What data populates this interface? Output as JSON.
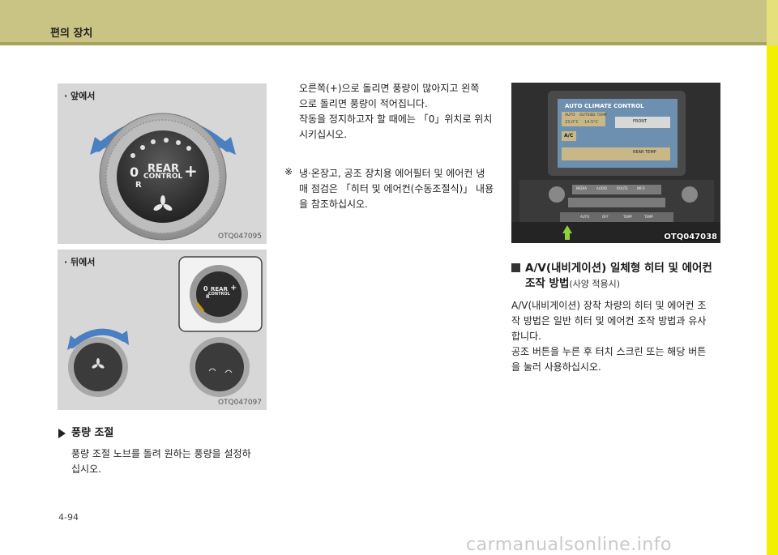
{
  "header": {
    "title": "편의 장치"
  },
  "front_panel": {
    "label": "· 앞에서",
    "code": "OTQ047095",
    "knob": {
      "rear": "REAR",
      "control": "CONTROL",
      "zero": "0",
      "plus": "+",
      "r": "R"
    }
  },
  "back_panel": {
    "label": "· 뒤에서",
    "code": "OTQ047097",
    "knob": {
      "rear": "REAR",
      "control": "CONTROL",
      "zero": "0",
      "plus": "+",
      "r": "R"
    }
  },
  "fan_section": {
    "title": "풍량 조절",
    "text_lines": [
      "풍량 조절 노브를 돌려 원하는 풍량을 설정하",
      "십시오."
    ]
  },
  "middle_column": {
    "text_lines": [
      "오른쪽(+)으로 돌리면 풍량이 많아지고 왼쪽",
      "으로 돌리면 풍량이 적어집니다.",
      "작동을 정지하고자 할 때에는 「0」위치로 위치",
      "시키십시오."
    ],
    "note_mark": "※",
    "note_lines": [
      "냉·온장고, 공조 장치용 에어필터 및 에어컨 냉",
      "매 점검은 「히터 및 에어컨(수동조절식)」 내용",
      "을 참조하십시오."
    ]
  },
  "photo": {
    "code": "OTQ047038",
    "screen_title": "AUTO CLIMATE CONTROL",
    "screen_labels": [
      "AUTO",
      "OUTSIDE TEMP",
      "23.0°C",
      "14.5°C",
      "FRONT",
      "A/C",
      "REAR TEMP"
    ],
    "buttons_row1": [
      "MEDIA",
      "AUDIO",
      "ROUTE",
      "INFO"
    ],
    "buttons_row2": [
      "AUTO",
      "OFF",
      "TEMP",
      "TEMP"
    ]
  },
  "av_section": {
    "heading_line1": "A/V(내비게이션) 일체형 히터 및 에어컨",
    "heading_line2": "조작 방법",
    "heading_sub": "(사양 적용시)",
    "text_lines": [
      "A/V(내비게이션) 장착 차량의 히터 및 에어컨 조",
      "작 방법은 일반 히터 및 에어컨 조작 방법과 유사",
      "합니다.",
      "공조 버튼을 누른 후 터치 스크린 또는 해당 버튼",
      "을 눌러 사용하십시오."
    ]
  },
  "page_number": "4-94",
  "watermark": "carmanualsonline.info",
  "colors": {
    "header": "#c9c484",
    "sidebar": "#f3ef00",
    "arrow": "#8fcf3a"
  }
}
